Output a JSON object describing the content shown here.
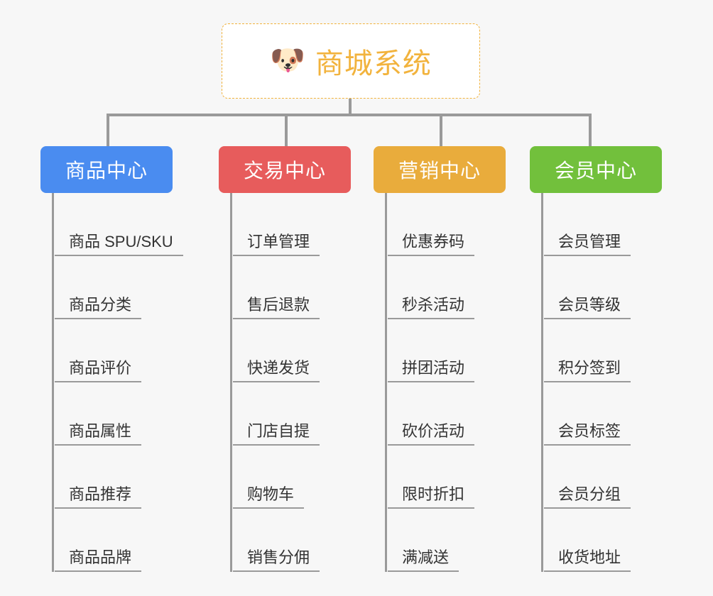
{
  "page": {
    "background_color": "#f7f7f7",
    "title": "商城系统"
  },
  "root": {
    "icon": "dog-face-icon",
    "icon_glyph": "🐶",
    "label": "商城系统",
    "text_color": "#f2b33d",
    "border_color": "#f0b23c",
    "background_color": "#ffffff"
  },
  "connector": {
    "color": "#9a9a9a"
  },
  "columns": [
    {
      "id": "product-center",
      "header": "商品中心",
      "color": "#4a8cf0",
      "items": [
        "商品 SPU/SKU",
        "商品分类",
        "商品评价",
        "商品属性",
        "商品推荐",
        "商品品牌"
      ]
    },
    {
      "id": "trade-center",
      "header": "交易中心",
      "color": "#e75c5c",
      "items": [
        "订单管理",
        "售后退款",
        "快递发货",
        "门店自提",
        "购物车",
        "销售分佣"
      ]
    },
    {
      "id": "marketing-center",
      "header": "营销中心",
      "color": "#e9ac3c",
      "items": [
        "优惠券码",
        "秒杀活动",
        "拼团活动",
        "砍价活动",
        "限时折扣",
        "满减送"
      ]
    },
    {
      "id": "member-center",
      "header": "会员中心",
      "color": "#72c03c",
      "items": [
        "会员管理",
        "会员等级",
        "积分签到",
        "会员标签",
        "会员分组",
        "收货地址"
      ]
    }
  ]
}
